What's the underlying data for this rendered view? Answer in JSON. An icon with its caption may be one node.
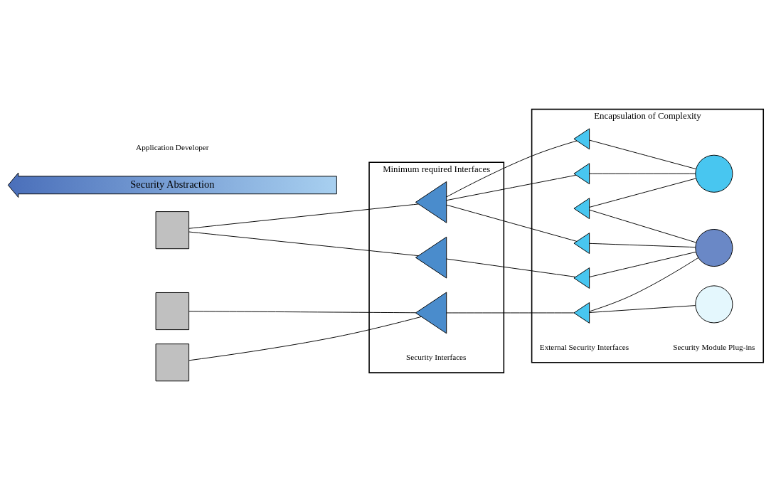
{
  "diagram": {
    "nodes": [
      {
        "text": [
          "Minimum required Interfaces"
        ]
      },
      {
        "text": [
          "Encapsulation of Complexity"
        ]
      },
      {
        "text": [],
        "shape": "box"
      },
      {
        "text": [],
        "shape": "box"
      },
      {
        "text": [],
        "shape": "box"
      },
      {
        "text": [],
        "shape": "triangle",
        "in": 0
      },
      {
        "text": [],
        "shape": "triangle",
        "in": 0
      },
      {
        "text": [],
        "shape": "triangle",
        "in": 0
      },
      {
        "text": [],
        "shape": "triangle",
        "in": 1
      },
      {
        "text": [],
        "shape": "triangle",
        "in": 1
      },
      {
        "text": [],
        "shape": "triangle",
        "in": 1
      },
      {
        "text": [],
        "shape": "triangle",
        "in": 1
      },
      {
        "text": [],
        "shape": "triangle",
        "in": 1
      },
      {
        "text": [],
        "shape": "triangle",
        "in": 1
      },
      {
        "text": [],
        "shape": "circle",
        "in": 1
      },
      {
        "text": [],
        "shape": "circle",
        "in": 1
      },
      {
        "text": [],
        "shape": "circle",
        "in": 1
      },
      {
        "text": [
          "Security Abstraction"
        ]
      }
    ],
    "edges": [
      {
        "from": 2,
        "to": 5,
        "arrow": "none"
      },
      {
        "from": 2,
        "to": 6,
        "arrow": "none"
      },
      {
        "from": 3,
        "to": 7,
        "arrow": "none"
      },
      {
        "from": 4,
        "to": 7,
        "arrow": "none"
      },
      {
        "from": 5,
        "to": 8,
        "arrow": "none"
      },
      {
        "from": 5,
        "to": 9,
        "arrow": "none"
      },
      {
        "from": 5,
        "to": 11,
        "arrow": "none"
      },
      {
        "from": 6,
        "to": 12,
        "arrow": "none"
      },
      {
        "from": 7,
        "to": 13,
        "arrow": "none"
      },
      {
        "from": 8,
        "to": 14,
        "arrow": "none"
      },
      {
        "from": 9,
        "to": 14,
        "arrow": "none"
      },
      {
        "from": 10,
        "to": 14,
        "arrow": "none"
      },
      {
        "from": 10,
        "to": 15,
        "arrow": "none"
      },
      {
        "from": 11,
        "to": 15,
        "arrow": "none"
      },
      {
        "from": 12,
        "to": 15,
        "arrow": "none"
      },
      {
        "from": 13,
        "to": 15,
        "arrow": "none"
      },
      {
        "from": 13,
        "to": 16,
        "arrow": "none"
      }
    ],
    "labels": [
      "Application Developer",
      "Security Interfaces",
      "External Security Interfaces",
      "Security Module Plug-ins"
    ]
  }
}
